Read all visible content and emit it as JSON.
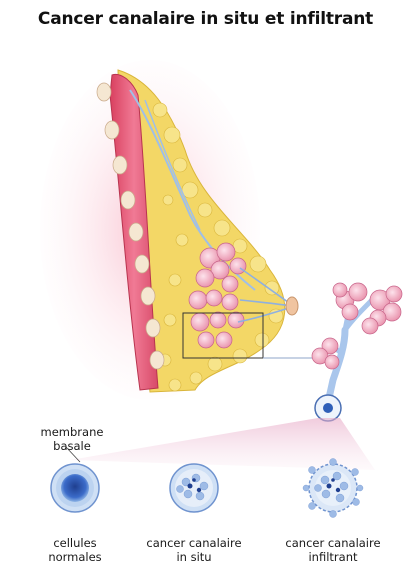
{
  "title": "Cancer canalaire in situ et infiltrant",
  "labels": {
    "membrane": "membrane\nbasale",
    "normal": "cellules\nnormales",
    "in_situ": "cancer canalaire\nin situ",
    "infiltrant": "cancer canalaire\ninfiltrant"
  },
  "colors": {
    "muscle": "#e8577a",
    "fat": "#f2d95e",
    "lobule": "#f4b4c8",
    "duct": "#8fb6e6",
    "cell": "#2f5fb8"
  }
}
